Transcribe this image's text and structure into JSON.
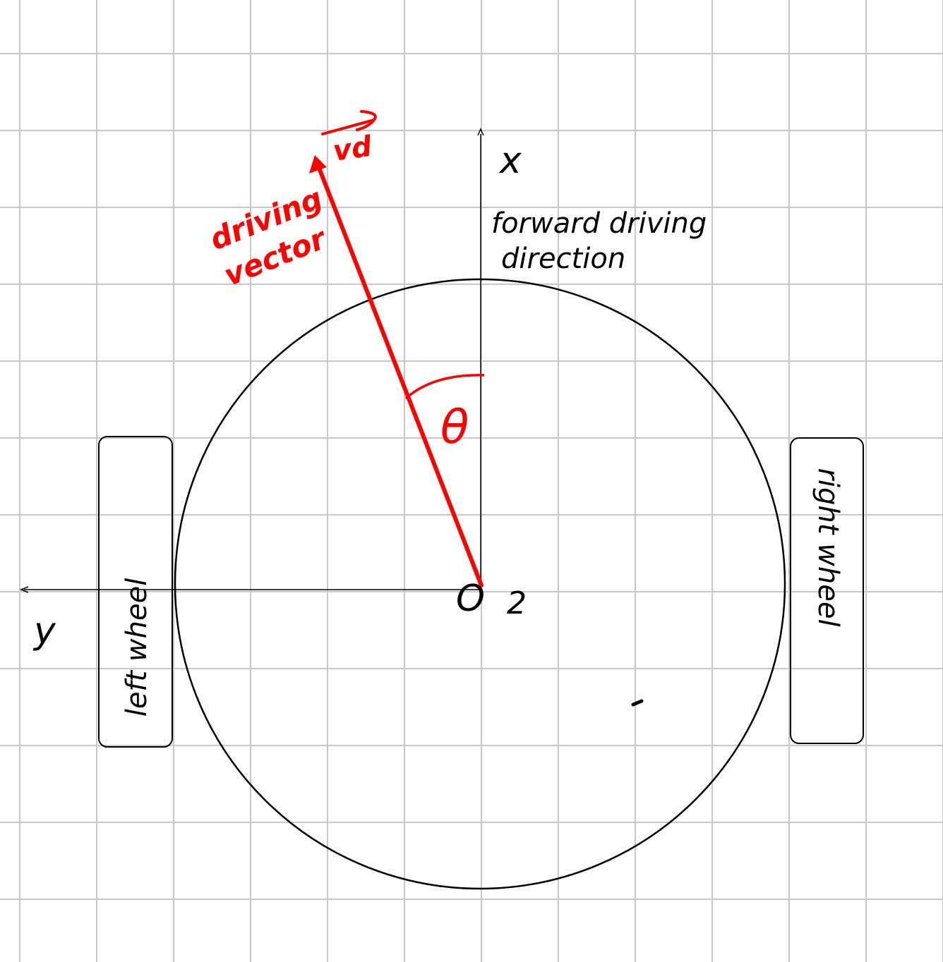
{
  "labels": {
    "x_axis": "x",
    "y_axis": "y",
    "forward_line1": "forward driving",
    "forward_line2": "direction",
    "driving_line1": "driving",
    "driving_line2": "vector",
    "vd_symbol": "vd",
    "theta": "θ",
    "origin": "O",
    "origin_subscript": "2",
    "left_wheel": "left wheel",
    "right_wheel": "right wheel"
  },
  "colors": {
    "grid": "#c8c8c8",
    "ink": "#000000",
    "accent": "#ff0000"
  }
}
